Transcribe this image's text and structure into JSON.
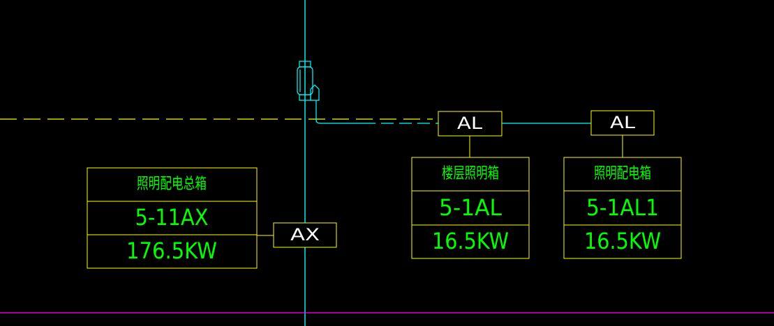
{
  "colors": {
    "background": "#000000",
    "riser": "#00ffff",
    "cable": "#00ffff",
    "dashed_line": "#ffff00",
    "frame": "#ffff00",
    "white_text": "#ffffff",
    "green_text": "#00ff00",
    "magenta_line": "#ff00ff"
  },
  "main_panel": {
    "name": "照明配电总箱",
    "id": "5-11AX",
    "power": "176.5KW",
    "tag": "AX"
  },
  "floor_panel": {
    "name": "楼层照明箱",
    "id": "5-1AL",
    "power": "16.5KW",
    "tag": "AL"
  },
  "lighting_panel": {
    "name": "照明配电箱",
    "id": "5-1AL1",
    "power": "16.5KW",
    "tag": "AL"
  },
  "symbols": {
    "busway_tap": "busway-tap-unit-icon"
  }
}
